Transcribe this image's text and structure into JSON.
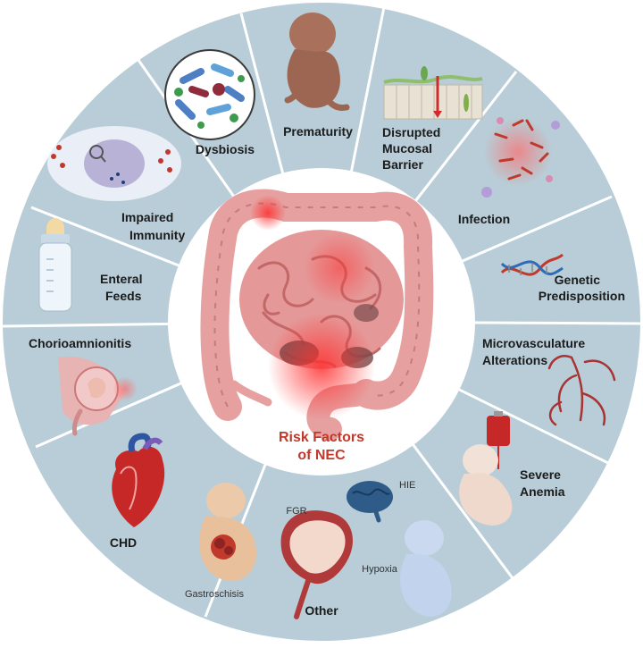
{
  "center": {
    "title_line1": "Risk Factors",
    "title_line2": "of NEC"
  },
  "factors": {
    "prematurity": "Prematurity",
    "mucosal_line1": "Disrupted",
    "mucosal_line2": "Mucosal",
    "mucosal_line3": "Barrier",
    "infection": "Infection",
    "genetic_line1": "Genetic",
    "genetic_line2": "Predisposition",
    "micro_line1": "Microvasculature",
    "micro_line2": "Alterations",
    "anemia_line1": "Severe",
    "anemia_line2": "Anemia",
    "other": "Other",
    "chd": "CHD",
    "chorio": "Chorioamnionitis",
    "enteral_line1": "Enteral",
    "enteral_line2": "Feeds",
    "immunity_line1": "Impaired",
    "immunity_line2": "Immunity",
    "dysbiosis": "Dysbiosis"
  },
  "other_subitems": {
    "hie": "HIE",
    "fgr": "FGR",
    "hypoxia": "Hypoxia",
    "gastroschisis": "Gastroschisis"
  },
  "colors": {
    "ring": "#b7ccd6",
    "divider": "#ffffff",
    "center_text": "#c0392b",
    "intestine": "#e79a9a",
    "intestine_dark": "#c96a6a",
    "inflammation": "#e04545"
  }
}
